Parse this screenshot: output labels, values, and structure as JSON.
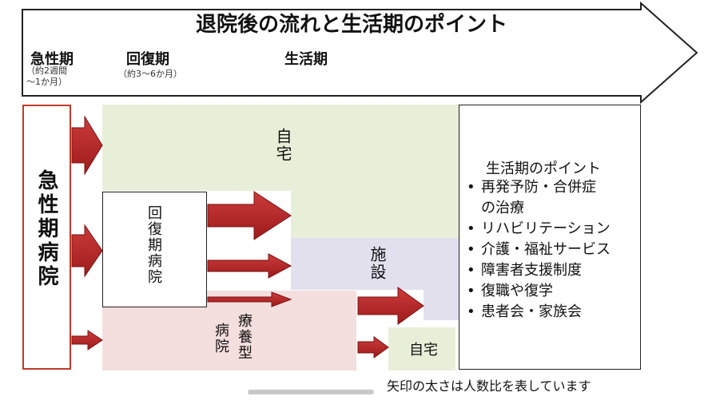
{
  "title": "退院後の流れと生活期のポイント",
  "phases": {
    "acute": {
      "label": "急性期",
      "note": "（約2週間\n〜1か月）"
    },
    "recovery": {
      "label": "回復期",
      "note": "（約3〜6か月）"
    },
    "life": {
      "label": "生活期"
    }
  },
  "boxes": {
    "acute_hospital": "急性期病院",
    "home_top": "自宅",
    "recovery_hospital": "回復期病院",
    "facility": "施設",
    "longterm_a": "療養型",
    "longterm_b": "病院",
    "home_bottom": "自宅"
  },
  "points": {
    "title": "生活期のポイント",
    "items": [
      "再発予防・合併症\nの治療",
      "リハビリテーション",
      "介護・福祉サービス",
      "障害者支援制度",
      "復職や復学",
      "患者会・家族会"
    ]
  },
  "footnote": "矢印の太さは人数比を表しています",
  "colors": {
    "arrow": "#b22222",
    "home": "#e8efd9",
    "facility": "#e3e0ee",
    "longterm": "#f5dede",
    "acute_border": "#c0392b"
  }
}
